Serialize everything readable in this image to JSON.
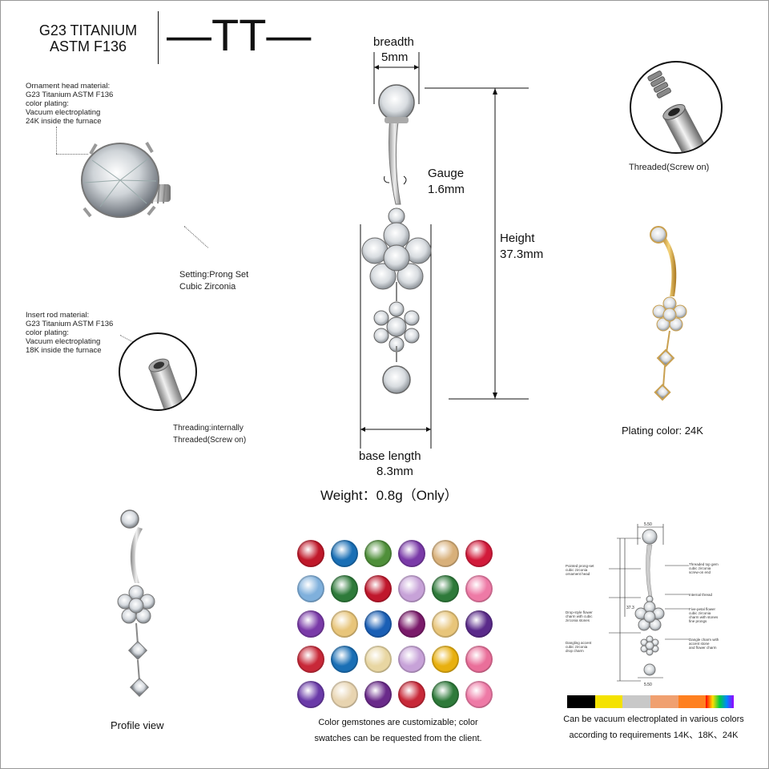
{
  "brand": {
    "material_line1": "G23 TITANIUM",
    "material_line2": "ASTM F136",
    "logo": "—TT—"
  },
  "annotations": {
    "ornament_lines": [
      "Ornament head material:",
      "G23 Titanium  ASTM F136",
      "color plating:",
      "Vacuum electroplating",
      "24K inside the furnace"
    ],
    "setting_line1": "Setting:Prong Set",
    "setting_line2": "Cubic Zirconia",
    "rod_lines": [
      "Insert rod material:",
      "G23 Titanium  ASTM F136",
      "color plating:",
      "Vacuum electroplating",
      "18K inside the furnace"
    ],
    "threading_line1": "Threading:internally",
    "threading_line2": "Threaded(Screw on)",
    "threaded_caption": "Threaded(Screw on)"
  },
  "measurements": {
    "breadth_label": "breadth",
    "breadth_value": "5mm",
    "gauge_label": "Gauge",
    "gauge_value": "1.6mm",
    "height_label": "Height",
    "height_value": "37.3mm",
    "base_label": "base length",
    "base_value": "8.3mm",
    "weight": "Weight：0.8g（Only）"
  },
  "plating_caption": "Plating color: 24K",
  "profile_caption": "Profile view",
  "gem_caption_line1": "Color gemstones are customizable; color",
  "gem_caption_line2": "swatches can be requested from the client.",
  "electro_caption_line1": "Can be vacuum electroplated in various colors",
  "electro_caption_line2": "according to requirements 14K、18K、24K",
  "colors": {
    "gem_swatches": [
      [
        "#c0182a",
        "#1a6fb5",
        "#4f8f3a",
        "#7a3aa8",
        "#d8b07a",
        "#d21a3a"
      ],
      [
        "#7fb0dc",
        "#2e7a3a",
        "#c0172c",
        "#c7a2d8",
        "#2e7a3a",
        "#ee7aa6"
      ],
      [
        "#7a3aa8",
        "#e8c57a",
        "#1a5fb5",
        "#7a1a6a",
        "#e8c57a",
        "#5a2a8a"
      ],
      [
        "#c82838",
        "#1a6fb5",
        "#e8d6a2",
        "#c7a2d8",
        "#e8b010",
        "#ea6f9a"
      ],
      [
        "#6a3aa8",
        "#e8d4b0",
        "#6a2a8a",
        "#c82838",
        "#2e7a3a",
        "#ee7aa6"
      ]
    ],
    "plating_bar": [
      "#000000",
      "#f4e200",
      "#c8c8c8",
      "#f0a070",
      "#ff8020"
    ],
    "plating_bar_rainbow": [
      "#ff0000",
      "#ffdd00",
      "#00cc44",
      "#0088ff",
      "#9900ff"
    ],
    "gold": "#d9a94a",
    "silver": "#b8b8b8"
  },
  "tech_drawing": {
    "dim_top": "5.50",
    "dim_bottom": "5.50",
    "dim_height": "37.3",
    "notes_left": [
      [
        "Pointed prong-set",
        "cubic zirconia",
        "ornament head"
      ],
      [
        "Drop-style flower",
        "charm with cubic",
        "zirconia stones"
      ],
      [
        "Dangling accent",
        "cubic zirconia",
        "drop charm"
      ]
    ],
    "notes_right": [
      [
        "Threaded top gem",
        "cubic zirconia",
        "screw-on end"
      ],
      [
        "Internal thread"
      ],
      [
        "Five-petal flower",
        "cubic zirconia",
        "charm with stones",
        "fine prongs"
      ],
      [
        "Dangle charm with",
        "accent stone",
        "and flower charm"
      ]
    ]
  }
}
